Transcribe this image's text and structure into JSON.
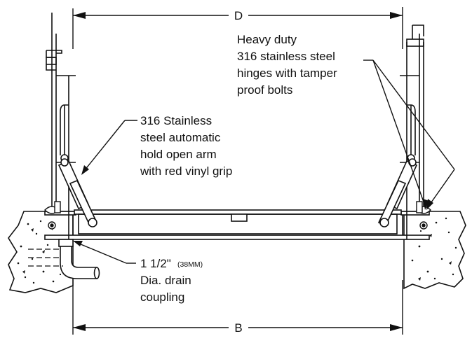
{
  "dimensions": {
    "top": "D",
    "bottom": "B"
  },
  "callouts": {
    "hinges": {
      "lines": [
        "Heavy duty",
        "316 stainless steel",
        "hinges with tamper",
        "proof bolts"
      ]
    },
    "arm": {
      "lines": [
        "316 Stainless",
        "steel automatic",
        "hold open arm",
        "with red vinyl grip"
      ]
    },
    "drain": {
      "size": "1 1/2\"",
      "metric": "(38MM)",
      "lines": [
        "Dia. drain",
        "coupling"
      ]
    }
  },
  "colors": {
    "ink": "#111111",
    "background": "#ffffff"
  }
}
